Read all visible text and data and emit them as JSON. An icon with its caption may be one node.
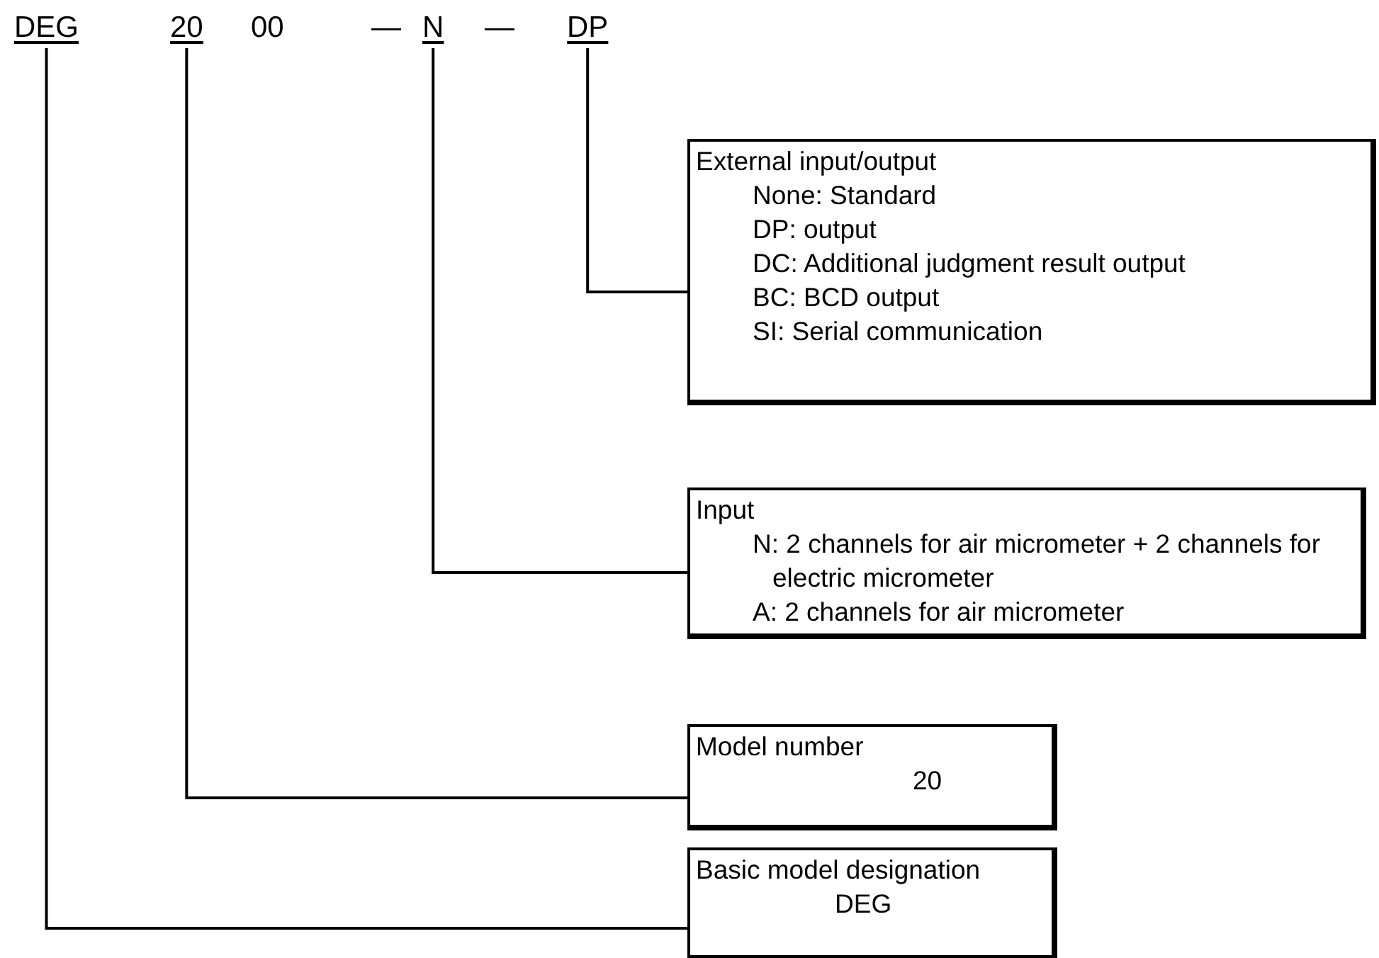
{
  "diagram": {
    "nodes": [
      {
        "text": [
          "DEG"
        ]
      },
      {
        "text": [
          "20"
        ]
      },
      {
        "text": [
          "N"
        ]
      },
      {
        "text": [
          "DP"
        ]
      },
      {
        "text": [
          "External input/output",
          "None: Standard",
          "DP: output",
          "DC: Additional judgment result output",
          "BC: BCD output",
          "SI: Serial communication"
        ]
      },
      {
        "text": [
          "Input",
          "N: 2 channels for air micrometer + 2 channels for electric micrometer",
          "A: 2 channels for air micrometer"
        ]
      },
      {
        "text": [
          "Model number",
          "20"
        ]
      },
      {
        "text": [
          "Basic model designation",
          "DEG"
        ]
      }
    ],
    "edges": [
      {
        "from": 3,
        "to": 4,
        "arrow": "none"
      },
      {
        "from": 2,
        "to": 5,
        "arrow": "none"
      },
      {
        "from": 1,
        "to": 6,
        "arrow": "none"
      },
      {
        "from": 0,
        "to": 7,
        "arrow": "none"
      }
    ],
    "labels": [
      "00",
      "—",
      "—"
    ]
  }
}
